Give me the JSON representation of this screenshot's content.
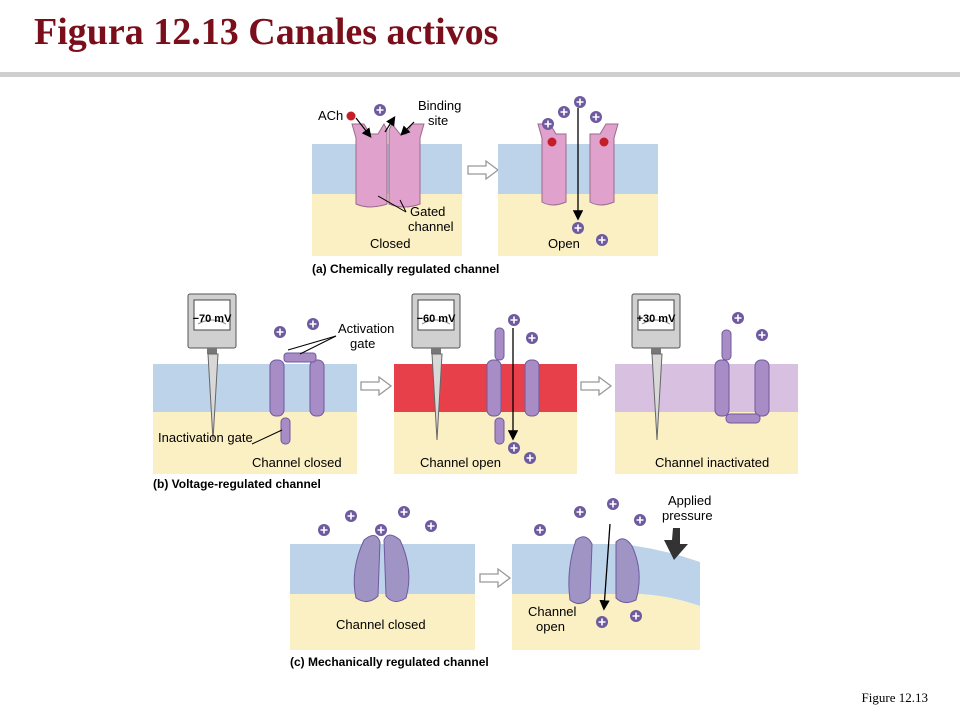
{
  "title": "Figura 12.13  Canales activos",
  "figure_ref": "Figure 12.13",
  "panel_a": {
    "caption": "(a) Chemically regulated channel",
    "ach_label": "ACh",
    "binding_site_line1": "Binding",
    "binding_site_line2": "site",
    "gated_line1": "Gated",
    "gated_line2": "channel",
    "closed_label": "Closed",
    "open_label": "Open"
  },
  "panel_b": {
    "caption": "(b) Voltage-regulated channel",
    "meter1": "−70 mV",
    "meter2": "−60 mV",
    "meter3": "+30 mV",
    "activation_line1": "Activation",
    "activation_line2": "gate",
    "inactivation_label": "Inactivation gate",
    "closed_label": "Channel closed",
    "open_label": "Channel open",
    "inactivated_label": "Channel inactivated"
  },
  "panel_c": {
    "caption": "(c) Mechanically regulated channel",
    "closed_label": "Channel closed",
    "open_line1": "Channel",
    "open_line2": "open",
    "pressure_line1": "Applied",
    "pressure_line2": "pressure"
  },
  "colors": {
    "title": "#7a0e1a",
    "membrane": "#bcd3ea",
    "cytoplasm": "#fbf0c4",
    "depolarized": "#e8404a",
    "inactivated_membrane": "#d8c0e0",
    "chem_channel": "#e0a2cc",
    "volt_channel": "#a88cc6",
    "mech_channel": "#a094c4",
    "ion": "#6e5a9e"
  }
}
